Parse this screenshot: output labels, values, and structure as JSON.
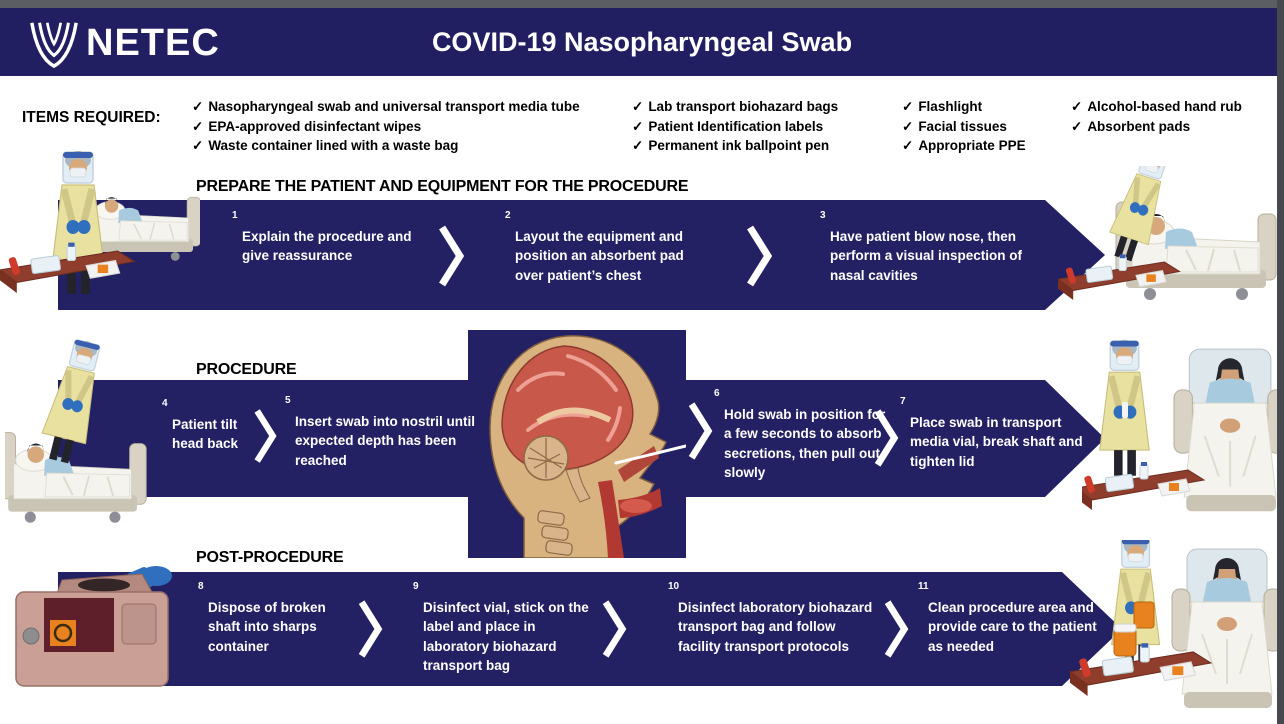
{
  "header": {
    "logo_text": "NETEC",
    "title": "COVID-19 Nasopharyngeal Swab"
  },
  "icons": {
    "check": "✓"
  },
  "items_required": {
    "label": "ITEMS REQUIRED:",
    "columns": [
      {
        "items": [
          "Nasopharyngeal swab and universal transport media tube",
          "EPA-approved disinfectant wipes",
          "Waste container lined with a waste bag"
        ]
      },
      {
        "items": [
          "Lab transport biohazard bags",
          "Patient Identification labels",
          "Permanent ink ballpoint pen"
        ]
      },
      {
        "items": [
          "Flashlight",
          "Facial tissues",
          "Appropriate PPE"
        ]
      },
      {
        "items": [
          "Alcohol-based hand rub",
          "Absorbent pads"
        ]
      }
    ]
  },
  "sections": [
    {
      "heading": "PREPARE THE PATIENT AND EQUIPMENT FOR THE PROCEDURE",
      "steps": [
        {
          "number": "1",
          "text": "Explain the procedure and give reassurance"
        },
        {
          "number": "2",
          "text": "Layout the equipment and position an absorbent pad over patient’s chest"
        },
        {
          "number": "3",
          "text": "Have patient blow nose, then perform a visual inspection of nasal cavities"
        }
      ]
    },
    {
      "heading": "PROCEDURE",
      "steps": [
        {
          "number": "4",
          "text": "Patient tilt head back"
        },
        {
          "number": "5",
          "text": "Insert swab into nostril until expected depth has been reached"
        },
        {
          "number": "6",
          "text": "Hold swab in position for a few seconds to absorb secretions, then pull out slowly"
        },
        {
          "number": "7",
          "text": "Place swab in transport media vial, break shaft and tighten lid"
        }
      ]
    },
    {
      "heading": "POST-PROCEDURE",
      "steps": [
        {
          "number": "8",
          "text": "Dispose of broken shaft into sharps container"
        },
        {
          "number": "9",
          "text": "Disinfect vial, stick on the label and place in laboratory biohazard transport bag"
        },
        {
          "number": "10",
          "text": "Disinfect laboratory biohazard transport bag and follow facility transport protocols"
        },
        {
          "number": "11",
          "text": "Clean procedure area and provide care to the patient as needed"
        }
      ]
    }
  ],
  "colors": {
    "navy": "#221e62",
    "band_navy": "#232064",
    "top_strip": "#5b5f63",
    "right_strip": "#46494d",
    "text_black": "#000000",
    "text_white": "#ffffff"
  }
}
